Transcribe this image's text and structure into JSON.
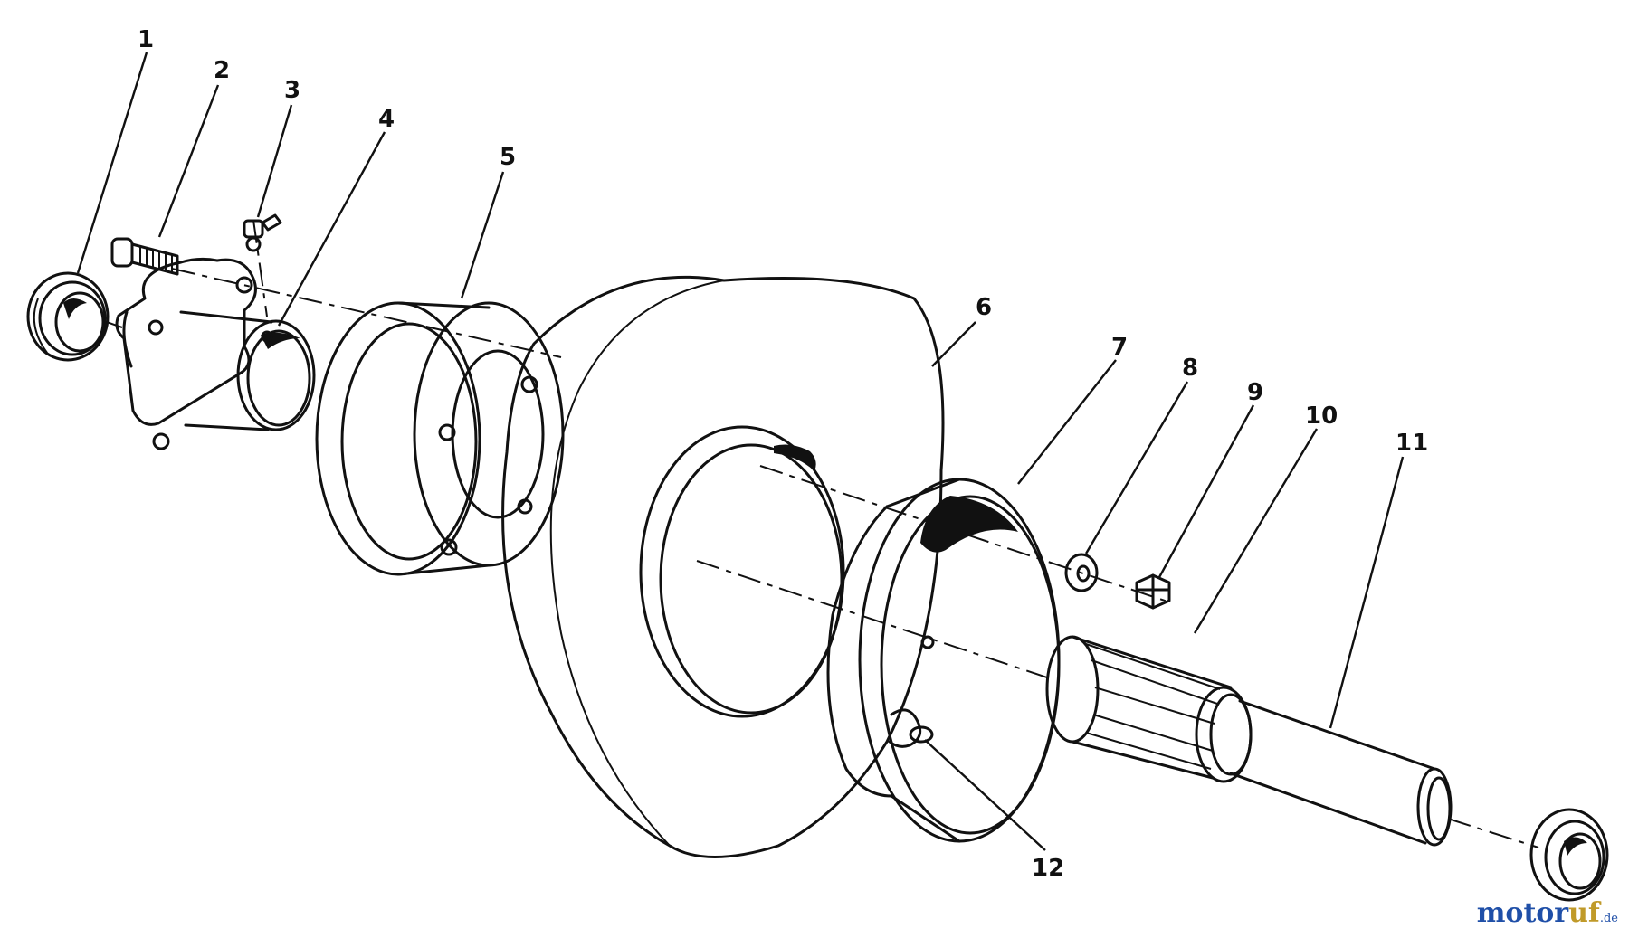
{
  "diagram": {
    "callouts": [
      {
        "id": "1",
        "text": "1"
      },
      {
        "id": "2",
        "text": "2"
      },
      {
        "id": "3",
        "text": "3"
      },
      {
        "id": "4",
        "text": "4"
      },
      {
        "id": "5",
        "text": "5"
      },
      {
        "id": "6",
        "text": "6"
      },
      {
        "id": "7",
        "text": "7"
      },
      {
        "id": "8",
        "text": "8"
      },
      {
        "id": "9",
        "text": "9"
      },
      {
        "id": "10",
        "text": "10"
      },
      {
        "id": "11",
        "text": "11"
      },
      {
        "id": "12",
        "text": "12"
      }
    ]
  },
  "watermark": {
    "part1": "motor",
    "part2": "uf",
    "suffix": ".de"
  }
}
